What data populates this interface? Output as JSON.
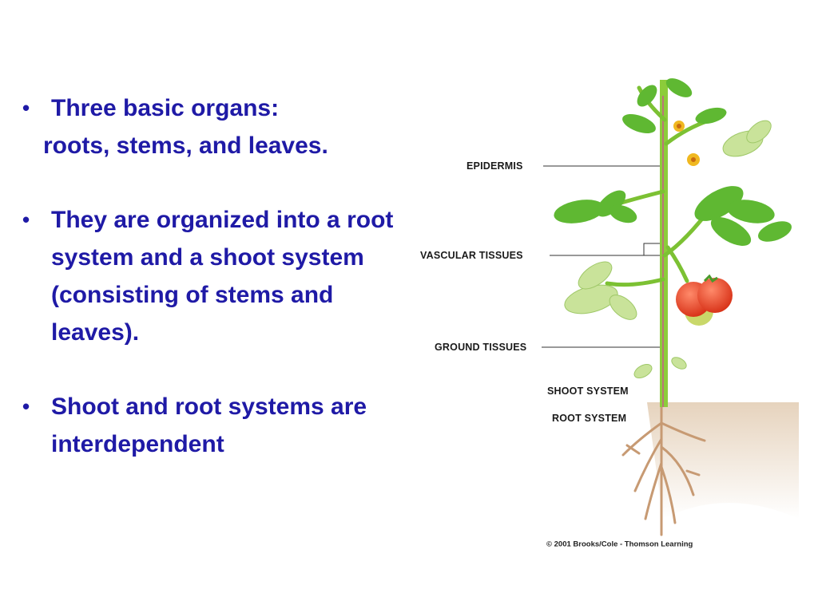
{
  "slide": {
    "bullets": [
      {
        "text": "Three basic organs:",
        "sub": "roots, stems, and leaves."
      },
      {
        "text": "They are organized into a root system and a shoot system (consisting of stems and leaves)."
      },
      {
        "text": "Shoot and root systems are interdependent"
      }
    ],
    "bullet_glyph": "•"
  },
  "figure": {
    "labels": {
      "epidermis": "EPIDERMIS",
      "vascular": "VASCULAR TISSUES",
      "ground": "GROUND TISSUES",
      "shoot": "SHOOT SYSTEM",
      "root": "ROOT SYSTEM"
    },
    "credit": "© 2001 Brooks/Cole - Thomson Learning"
  },
  "colors": {
    "text": "#1f1aa6",
    "stem": "#8ccc3a",
    "leaf": "#5fb832",
    "leaf_pale": "#c9e39a",
    "tomato": "#e43d1e",
    "soil": "#eadccb",
    "root": "#c9a07a",
    "flower": "#f0b820"
  }
}
